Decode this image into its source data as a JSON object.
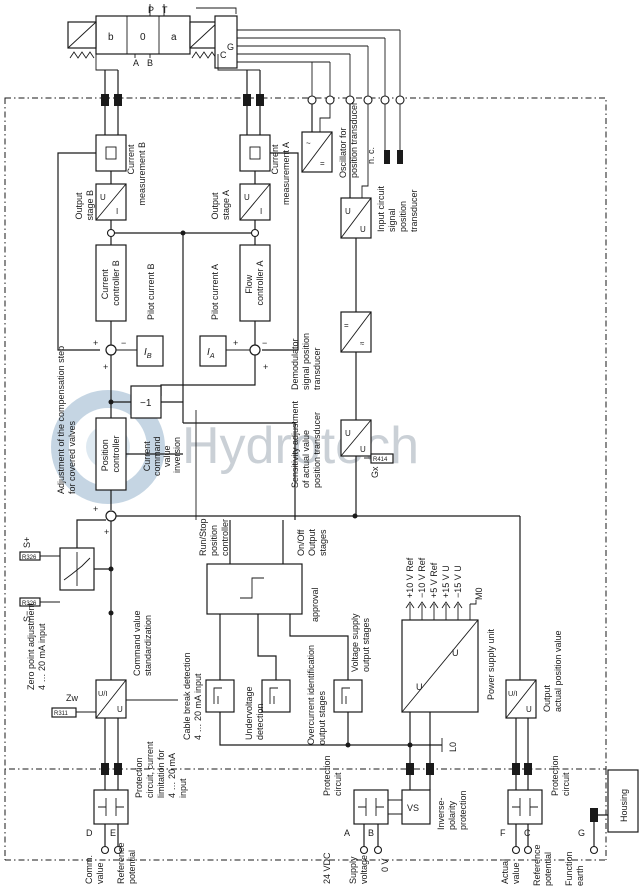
{
  "watermark": {
    "text": "Hydrotech",
    "color": "#9aa9b6"
  },
  "valve": {
    "ports_top": [
      "P",
      "T"
    ],
    "ports_bottom": [
      "A",
      "B"
    ],
    "positions": [
      "b",
      "0",
      "a"
    ],
    "transducer_pins": [
      "C",
      "G"
    ]
  },
  "labels": {
    "current_measurement_b": [
      "Current",
      "measurement B"
    ],
    "current_measurement_a": [
      "Current",
      "measurement A"
    ],
    "output_stage_b": [
      "Output",
      "stage B"
    ],
    "output_stage_a": [
      "Output",
      "stage A"
    ],
    "current_controller_b": [
      "Current",
      "controller B"
    ],
    "flow_controller_a": [
      "Flow",
      "controller A"
    ],
    "pilot_current_b": "Pilot current B",
    "pilot_current_a": "Pilot current A",
    "oscillator": [
      "Oscillator for",
      "position transducer"
    ],
    "nc": "n. c.",
    "input_circuit": [
      "Input circuit",
      "signal",
      "position",
      "transducer"
    ],
    "demodulator": [
      "Demodulator",
      "signal position",
      "transducer"
    ],
    "sensitivity": [
      "Sensitivity adjustment",
      "of actual value",
      "position transducer"
    ],
    "gx": "Gx",
    "compensation": [
      "Adjustment of the compensation step",
      "for covered valves"
    ],
    "position_controller": [
      "Position",
      "controller"
    ],
    "inversion": [
      "Current",
      "command",
      "value",
      "inversion"
    ],
    "run_stop": [
      "Run/Stop",
      "position",
      "controller"
    ],
    "on_off": [
      "On/Off",
      "Output",
      "stages"
    ],
    "approval": "approval",
    "supply_refs": [
      "+10 V Ref",
      "−10 V Ref",
      "+5 V Ref",
      "+15 V U",
      "−15 V U"
    ],
    "supply_sub": "s",
    "m0": "M0",
    "power_supply_unit": "Power supply unit",
    "output_actual": [
      "Output",
      "actual position value"
    ],
    "zero_point": [
      "Zero point adjustment",
      "4 … 20 mA input"
    ],
    "command_std": [
      "Command value",
      "standardization"
    ],
    "cable_break": [
      "Cable break detection",
      "4 … 20 mA input"
    ],
    "undervoltage": [
      "Undervoltage",
      "detection"
    ],
    "overcurrent": [
      "Overcurrent identification",
      "output stages"
    ],
    "voltage_supply": [
      "Voltage supply",
      "output stages"
    ],
    "l0": "L0",
    "zw": "Zw",
    "s_plus": "S+",
    "s_minus": "S−",
    "housing": "Housing",
    "protection_d": [
      "Protection",
      "circuit, current",
      "limitation for",
      "4 … 20 mA",
      "input"
    ],
    "protection_ab": [
      "Protection",
      "circuit"
    ],
    "vs": "VS",
    "inverse": [
      "Inverse-",
      "polarity",
      "protection"
    ],
    "protection_fc": [
      "Protection",
      "circuit"
    ],
    "ui": "U/I",
    "uu": [
      "U",
      "U"
    ],
    "ib": "I",
    "ib_sub": "B",
    "ia": "I",
    "ia_sub": "A",
    "minus_one": "−1"
  },
  "pins": {
    "d": "D",
    "e": "E",
    "a": "A",
    "b": "B",
    "f": "F",
    "c": "C",
    "g": "G"
  },
  "terminals": {
    "comm_value": [
      "Comm.",
      "value"
    ],
    "reference_potential": [
      "Reference",
      "potential"
    ],
    "vdc": "24 VDC",
    "supply_voltage": [
      "Supply",
      "voltage"
    ],
    "ov": "0 V",
    "actual_value": [
      "Actual",
      "value"
    ],
    "reference_potential_2": [
      "Reference",
      "potential"
    ],
    "function_earth": [
      "Function",
      "earth"
    ]
  }
}
